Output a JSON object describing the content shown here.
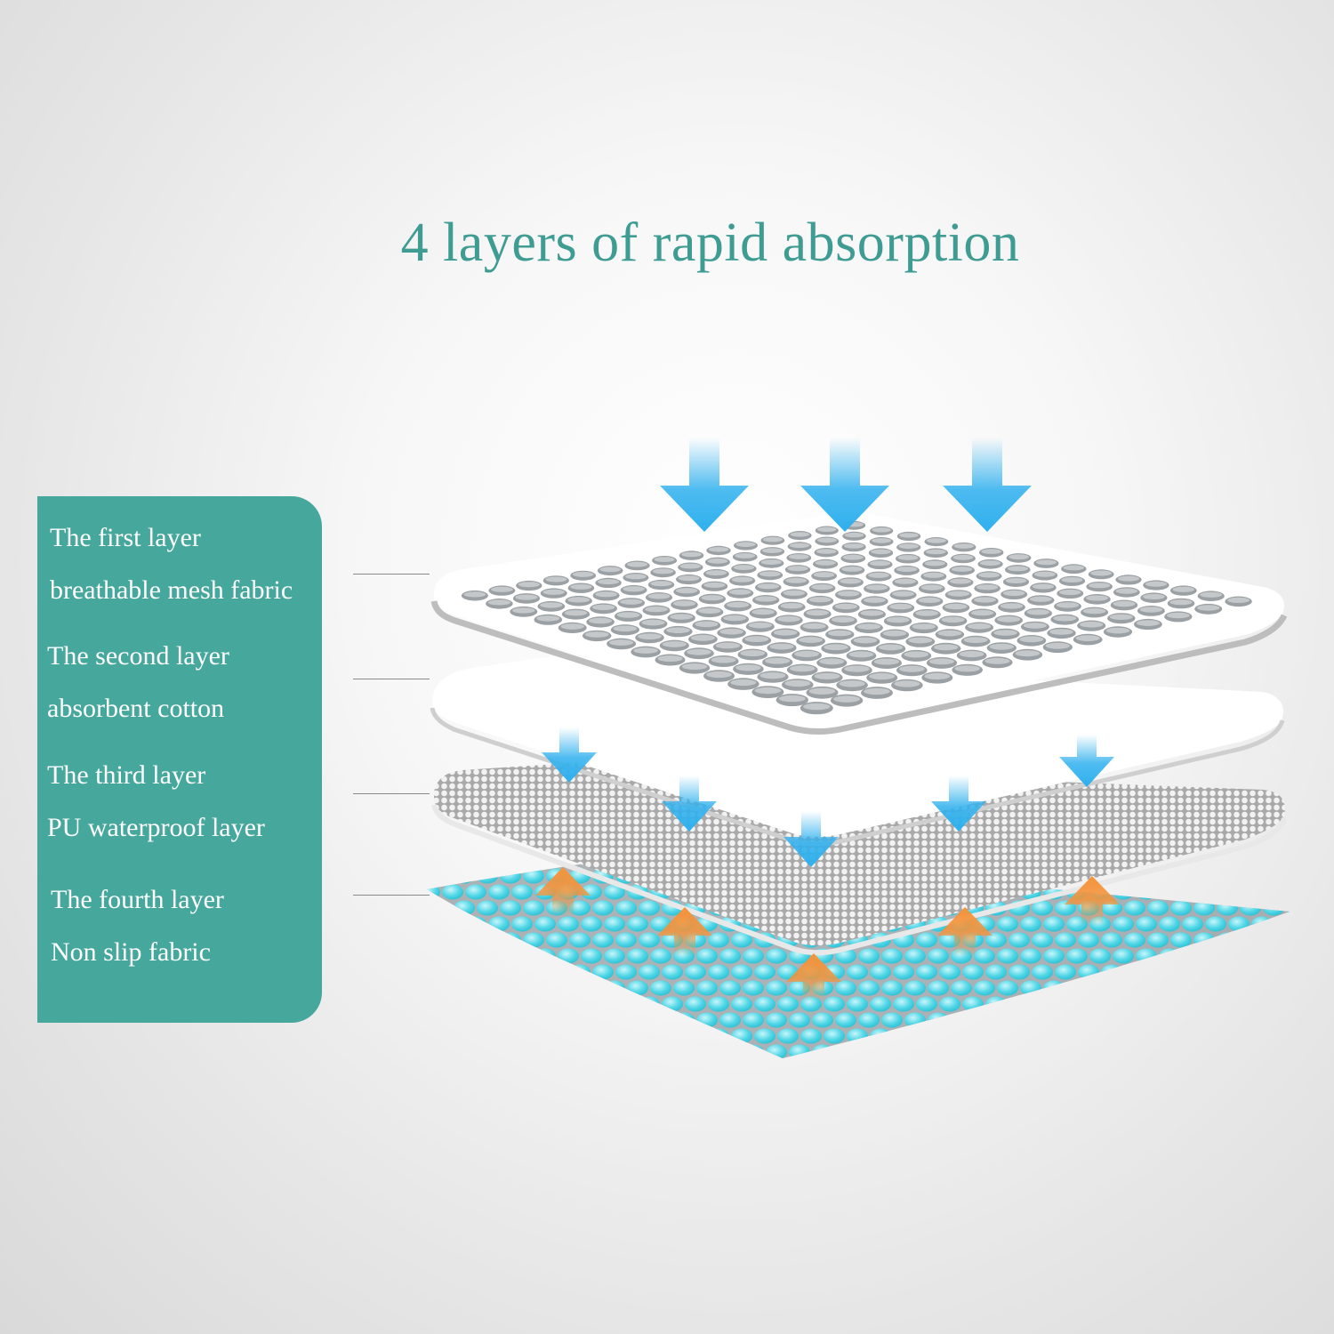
{
  "title": "4 layers of rapid absorption",
  "colors": {
    "title": "#3f9c93",
    "panel": "#46a79c",
    "arrow_down": "#2fb0ee",
    "arrow_up": "#f5933a",
    "mesh_dot": "#9aa0a3",
    "pu_dot": "#cfcfcf",
    "nonslip_dot": "#5fd8e6"
  },
  "layers": [
    {
      "name": "The first layer",
      "material": "breathable mesh fabric",
      "icon": "mesh-layer-icon"
    },
    {
      "name": "The second layer",
      "material": "absorbent cotton",
      "icon": "cotton-layer-icon"
    },
    {
      "name": "The third layer",
      "material": "PU waterproof layer",
      "icon": "pu-layer-icon"
    },
    {
      "name": "The fourth layer",
      "material": "Non slip fabric",
      "icon": "nonslip-layer-icon"
    }
  ],
  "arrows": {
    "top_down_count": 3,
    "mid_down_count": 5,
    "up_count": 5
  }
}
